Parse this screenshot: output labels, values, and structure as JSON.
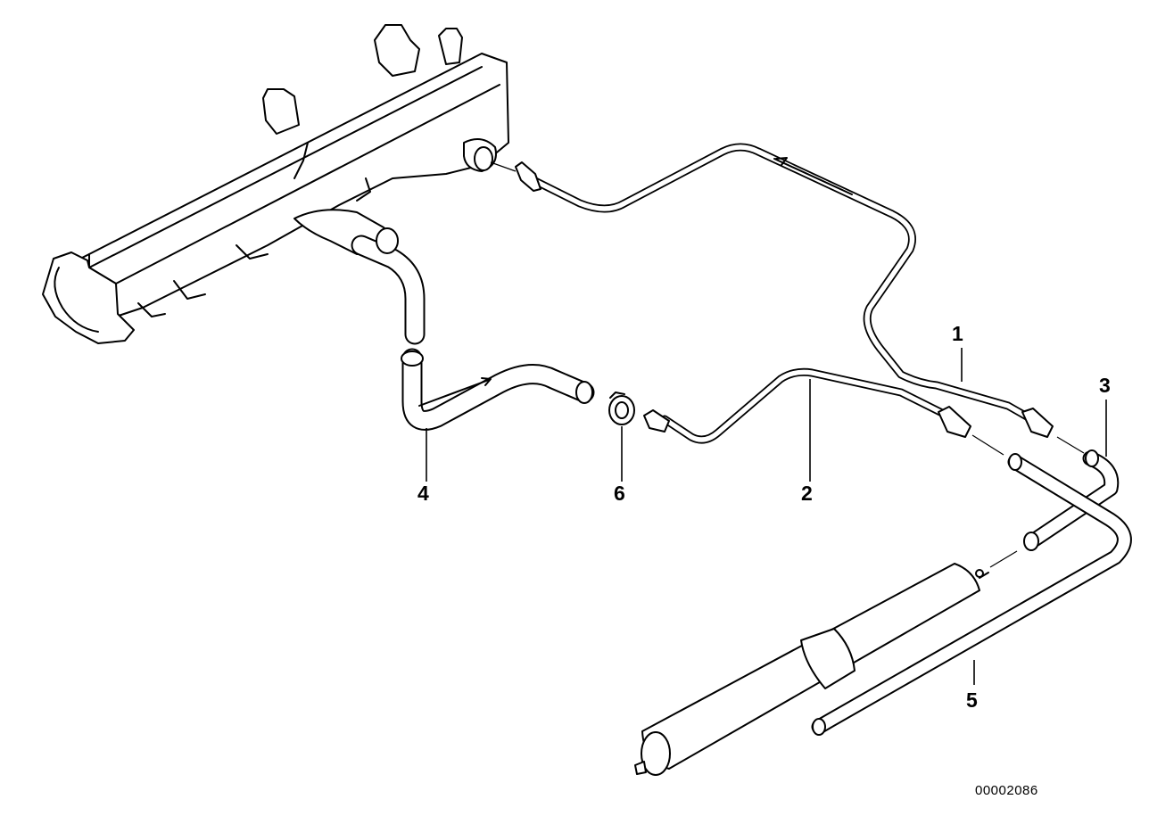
{
  "diagram": {
    "callouts": [
      {
        "id": "1",
        "label": "1"
      },
      {
        "id": "2",
        "label": "2"
      },
      {
        "id": "3",
        "label": "3"
      },
      {
        "id": "4",
        "label": "4"
      },
      {
        "id": "5",
        "label": "5"
      },
      {
        "id": "6",
        "label": "6"
      }
    ],
    "document_number": "00002086"
  }
}
